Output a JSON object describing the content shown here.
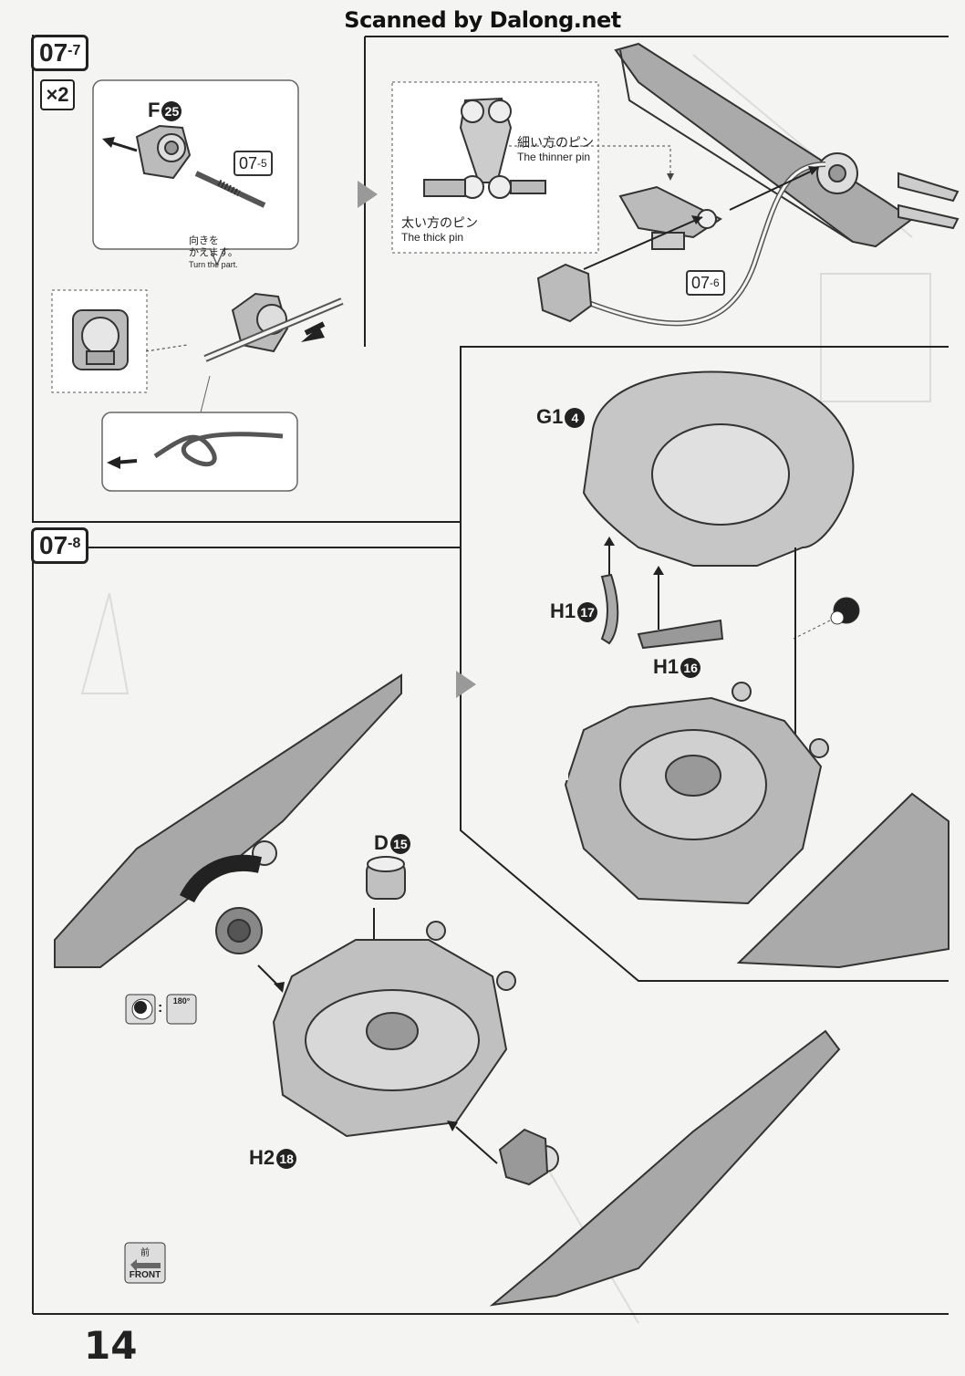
{
  "watermark": "Scanned by Dalong.net",
  "page_number": "14",
  "steps": {
    "s1": {
      "main": "07",
      "sub": "-7"
    },
    "s2": {
      "main": "07",
      "sub": "-8"
    }
  },
  "quantity": "×2",
  "refs": {
    "r1": {
      "main": "07",
      "sub": "-5"
    },
    "r2": {
      "main": "07",
      "sub": "-6"
    }
  },
  "parts": {
    "f25": {
      "letter": "F",
      "num": "25"
    },
    "g14": {
      "letter": "G1",
      "num": "4"
    },
    "h17": {
      "letter": "H1",
      "num": "17"
    },
    "h16": {
      "letter": "H1",
      "num": "16"
    },
    "d15": {
      "letter": "D",
      "num": "15"
    },
    "h218": {
      "letter": "H2",
      "num": "18"
    }
  },
  "labels": {
    "turn_jp_1": "向きを",
    "turn_jp_2": "かえます。",
    "turn_en": "Turn the part.",
    "thin_jp": "細い方のピン",
    "thin_en": "The thinner pin",
    "thick_jp": "太い方のピン",
    "thick_en": "The thick pin",
    "rotate": "180°",
    "front_jp": "前",
    "front_en": "FRONT"
  }
}
